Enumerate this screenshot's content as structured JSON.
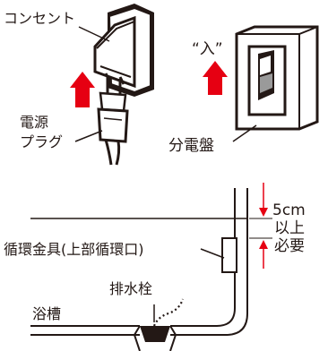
{
  "top_left": {
    "outlet_label": "コンセント",
    "plug_label_line1": "電源",
    "plug_label_line2": "プラグ"
  },
  "top_right": {
    "switch_on_label": "“入”",
    "breaker_label": "分電盤"
  },
  "bottom": {
    "fitting_label": "循環金具(上部循環口)",
    "dim_line1": "5cm",
    "dim_line2": "以上",
    "dim_line3": "必要",
    "drain_label": "排水栓",
    "tub_label": "浴槽"
  },
  "colors": {
    "ink": "#231815",
    "arrow": "#e60012",
    "shade": "#9a9a9a",
    "dark_fill": "#231815"
  }
}
